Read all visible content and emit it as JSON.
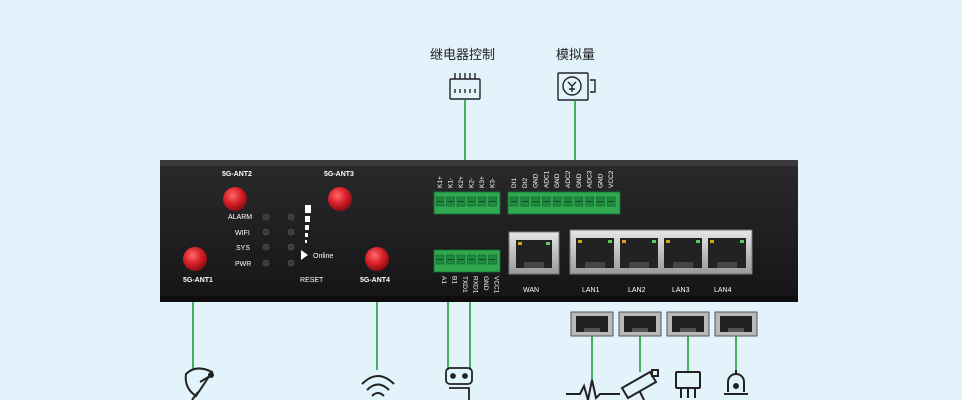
{
  "labels": {
    "relay": "继电器控制",
    "analog": "模拟量",
    "ant1": "5G-ANT1",
    "ant2": "5G-ANT2",
    "ant3": "5G-ANT3",
    "ant4": "5G-ANT4",
    "alarm": "ALARM",
    "wifi": "WIFI",
    "sys": "SYS",
    "pwr": "PWR",
    "online": "Online",
    "reset": "RESET",
    "wan": "WAN",
    "lan1": "LAN1",
    "lan2": "LAN2",
    "lan3": "LAN3",
    "lan4": "LAN4"
  },
  "relay_pins": [
    "K1+",
    "K1-",
    "K2+",
    "K2-",
    "K3+",
    "K3-"
  ],
  "io_pins": [
    "DI1",
    "DI2",
    "GND",
    "ADC1",
    "GND",
    "ADC2",
    "GND",
    "ADC3",
    "GND",
    "VCC2"
  ],
  "serial_pins": [
    "A1",
    "B1",
    "TXD1",
    "RXD1",
    "GND",
    "VCC1"
  ],
  "colors": {
    "background": "#e3f3fb",
    "device_body": "#1e1e20",
    "connector_green": "#2fa84f",
    "antenna_red": "#d8202a",
    "wire_green": "#1f9e3c"
  },
  "icons": {
    "relay": "relay-icon",
    "analog": "analog-meter-icon",
    "satellite": "satellite-dish-icon",
    "wifi": "wifi-icon",
    "serial": "serial-port-icon",
    "pulse": "pulse-wave-icon",
    "camera": "security-camera-icon",
    "chip": "chip-icon",
    "alarm": "alarm-light-icon"
  }
}
